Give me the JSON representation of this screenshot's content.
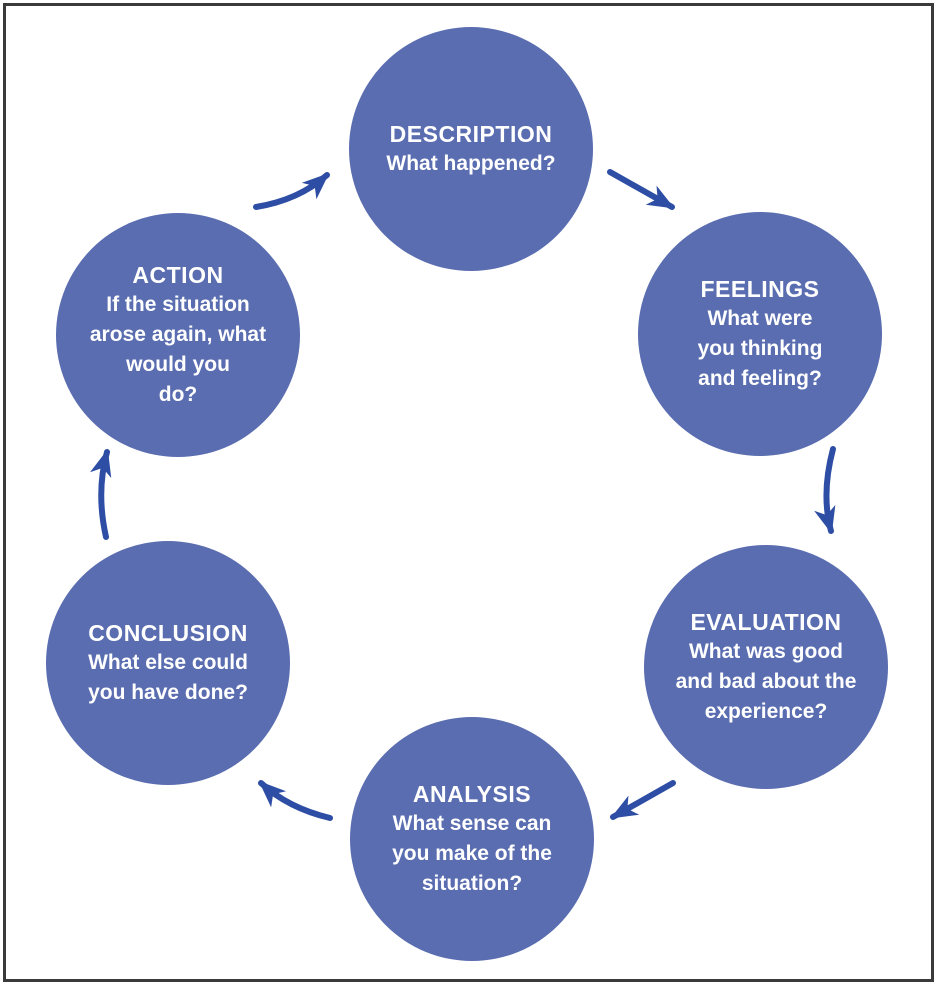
{
  "colors": {
    "circle_fill": "#5A6DB0",
    "arrow": "#2E4DA4",
    "circle_text": "#FFFFFF",
    "frame_border": "#3A3A3A",
    "background": "#FFFFFF"
  },
  "nodes": {
    "description": {
      "title": "DESCRIPTION",
      "body": "What happened?"
    },
    "feelings": {
      "title": "FEELINGS",
      "body": "What were\nyou thinking\nand feeling?"
    },
    "evaluation": {
      "title": "EVALUATION",
      "body": "What was good\nand bad about the\nexperience?"
    },
    "analysis": {
      "title": "ANALYSIS",
      "body": "What sense can\nyou make of the\nsituation?"
    },
    "conclusion": {
      "title": "CONCLUSION",
      "body": "What else could\nyou have done?"
    },
    "action": {
      "title": "ACTION",
      "body": "If the situation\narose again, what\nwould you\ndo?"
    }
  },
  "arrows": [
    {
      "from": "description",
      "to": "feelings"
    },
    {
      "from": "feelings",
      "to": "evaluation"
    },
    {
      "from": "evaluation",
      "to": "analysis"
    },
    {
      "from": "analysis",
      "to": "conclusion"
    },
    {
      "from": "conclusion",
      "to": "action"
    },
    {
      "from": "action",
      "to": "description"
    }
  ]
}
